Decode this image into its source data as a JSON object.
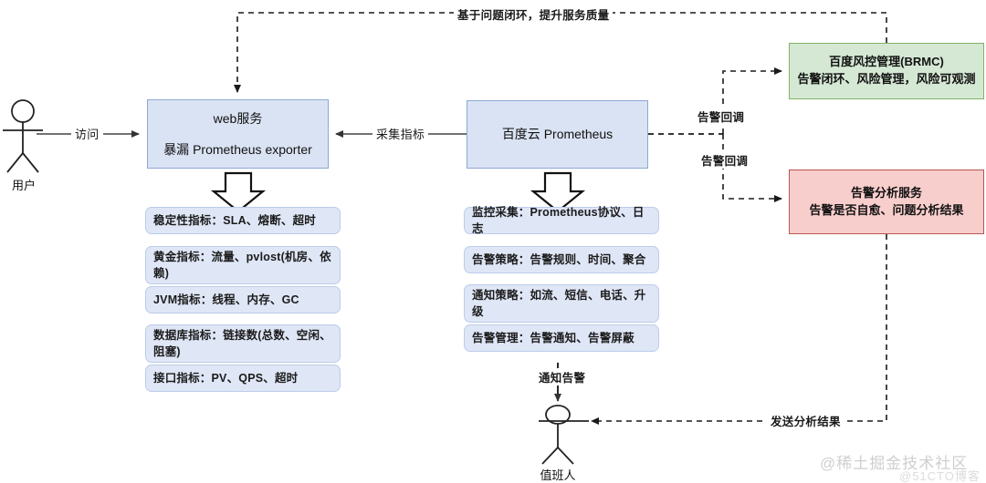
{
  "diagram": {
    "title_watermark": "@稀土掘金技术社区",
    "sub_watermark": "@51CTO博客",
    "colors": {
      "blue_fill": "#dae3f3",
      "blue_stroke": "#8ca8d4",
      "chip_fill": "#dfe6f6",
      "chip_stroke": "#bcccea",
      "green_fill": "#d5e8d4",
      "green_stroke": "#82b366",
      "red_fill": "#f8cecc",
      "red_stroke": "#b85450",
      "line": "#404040"
    }
  },
  "actors": {
    "user": "用户",
    "oncall": "值班人"
  },
  "nodes": {
    "web_service": {
      "line1": "web服务",
      "line2": "暴漏 Prometheus exporter"
    },
    "prometheus": {
      "line1": "百度云 Prometheus"
    },
    "brmc": {
      "line1": "百度风控管理(BRMC)",
      "line2": "告警闭环、风险管理，风险可观测"
    },
    "alarm_analysis": {
      "line1": "告警分析服务",
      "line2": "告警是否自愈、问题分析结果"
    }
  },
  "left_metrics": [
    "稳定性指标：SLA、熔断、超时",
    "黄金指标：流量、pvlost(机房、依赖)",
    "JVM指标：线程、内存、GC",
    "数据库指标：链接数(总数、空闲、阻塞)",
    "接口指标：PV、QPS、超时"
  ],
  "middle_metrics": [
    "监控采集：Prometheus协议、日志",
    "告警策略：告警规则、时间、聚合",
    "通知策略：如流、短信、电话、升级",
    "告警管理：告警通知、告警屏蔽"
  ],
  "edges": {
    "visit": "访问",
    "scrape": "采集指标",
    "feedback_loop": "基于问题闭环，提升服务质量",
    "alarm_callback_top": "告警回调",
    "alarm_callback_bottom": "告警回调",
    "notify_alarm": "通知告警",
    "send_analysis": "发送分析结果"
  }
}
